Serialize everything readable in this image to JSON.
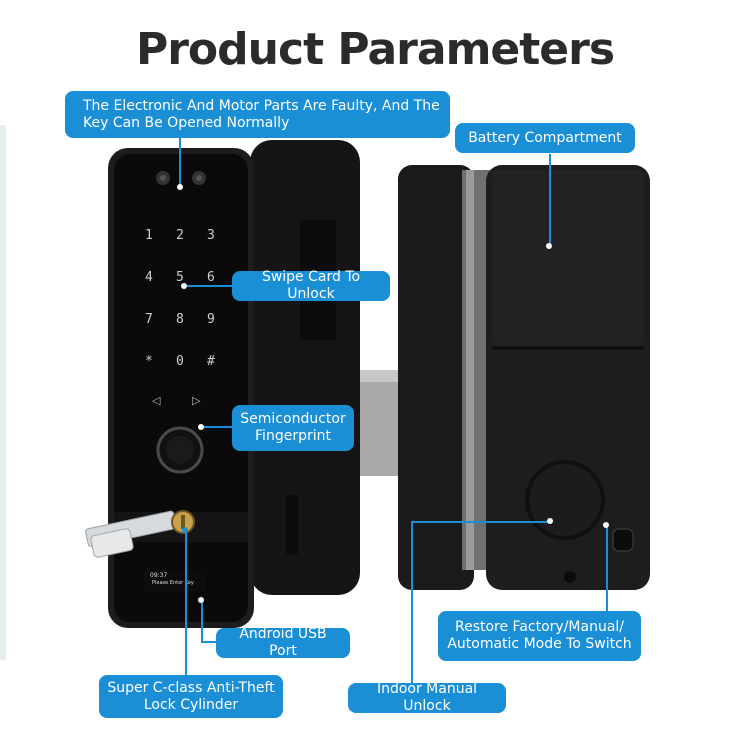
{
  "title": "Product Parameters",
  "labels": {
    "mechanical_key": "The Electronic And Motor Parts Are Faulty, And The Key Can Be Opened Normally",
    "battery": "Battery Compartment",
    "swipe_card": "Swipe Card To Unlock",
    "fingerprint": "Semiconductor Fingerprint",
    "usb": "Android USB Port",
    "cylinder": "Super C-class Anti-Theft Lock Cylinder",
    "manual_unlock": "Indoor Manual Unlock",
    "restore": "Restore Factory/Manual/ Automatic Mode To Switch"
  },
  "keypad": {
    "rows": [
      [
        "1",
        "2",
        "3"
      ],
      [
        "4",
        "5",
        "6"
      ],
      [
        "7",
        "8",
        "9"
      ],
      [
        "*",
        "0",
        "#"
      ]
    ]
  },
  "screen": {
    "time": "09:37",
    "message": "Please Enter Key"
  },
  "colors": {
    "accent": "#1a8fd6",
    "device": "#1d1d1f",
    "glass": "#3f8f7e"
  }
}
